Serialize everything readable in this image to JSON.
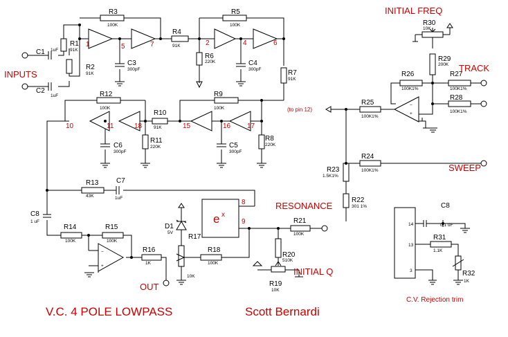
{
  "title": "V.C. 4 POLE LOWPASS",
  "author": "Scott Bernardi",
  "labels": {
    "inputs": "INPUTS",
    "initial_freq": "INITIAL FREQ",
    "track": "TRACK",
    "sweep": "SWEEP",
    "resonance": "RESONANCE",
    "initial_q": "INITIAL Q",
    "out": "OUT",
    "to_pin": "(to pin 12)",
    "cv_trim": "C.V. Rejection trim",
    "expo": "e",
    "expo_sup": "x"
  },
  "components": [
    {
      "ref": "R3",
      "value": "100K"
    },
    {
      "ref": "R5",
      "value": "100K"
    },
    {
      "ref": "R1",
      "value": "91K"
    },
    {
      "ref": "C1",
      "value": "1uF"
    },
    {
      "ref": "R2",
      "value": "91K"
    },
    {
      "ref": "C2",
      "value": "1uF"
    },
    {
      "ref": "C3",
      "value": "300pF"
    },
    {
      "ref": "R4",
      "value": "91K"
    },
    {
      "ref": "R6",
      "value": "220K"
    },
    {
      "ref": "C4",
      "value": "300pF"
    },
    {
      "ref": "R7",
      "value": "91K"
    },
    {
      "ref": "R12",
      "value": "100K"
    },
    {
      "ref": "R9",
      "value": "100K"
    },
    {
      "ref": "R10",
      "value": "91K"
    },
    {
      "ref": "R11",
      "value": "220K"
    },
    {
      "ref": "C6",
      "value": "300pF"
    },
    {
      "ref": "C5",
      "value": "300pF"
    },
    {
      "ref": "R8",
      "value": "220K"
    },
    {
      "ref": "R13",
      "value": "43K"
    },
    {
      "ref": "C7",
      "value": "1uF"
    },
    {
      "ref": "C8",
      "value": "1 uF"
    },
    {
      "ref": "R14",
      "value": "100K"
    },
    {
      "ref": "R15",
      "value": "100K"
    },
    {
      "ref": "R16",
      "value": "1K"
    },
    {
      "ref": "D1",
      "value": "5V"
    },
    {
      "ref": "R17",
      "value": "10K"
    },
    {
      "ref": "R18",
      "value": "100K"
    },
    {
      "ref": "R21",
      "value": "100K"
    },
    {
      "ref": "R20",
      "value": "510K"
    },
    {
      "ref": "R19",
      "value": "10K"
    },
    {
      "ref": "R30",
      "value": "10K"
    },
    {
      "ref": "R29",
      "value": "200K"
    },
    {
      "ref": "R26",
      "value": "100K1%"
    },
    {
      "ref": "R27",
      "value": "100K1%"
    },
    {
      "ref": "R28",
      "value": "100K1%"
    },
    {
      "ref": "R25",
      "value": "100K1%"
    },
    {
      "ref": "R24",
      "value": "100K1%"
    },
    {
      "ref": "R23",
      "value": "1.5K1%"
    },
    {
      "ref": "R22",
      "value": "301 1%"
    },
    {
      "ref": "C8b",
      "label": "C8",
      "value": "0.1 uF"
    },
    {
      "ref": "R31",
      "value": "1.1K"
    },
    {
      "ref": "R32",
      "value": "1K"
    }
  ],
  "pins": {
    "p1": "1",
    "p5": "5",
    "p7": "7",
    "p2": "2",
    "p4": "4",
    "p6": "6",
    "p10": "10",
    "p11": "11",
    "p18": "18",
    "p15": "15",
    "p16": "16",
    "p17": "17",
    "p8": "8",
    "p9": "9",
    "p14": "14",
    "p13": "13",
    "p3": "3"
  }
}
